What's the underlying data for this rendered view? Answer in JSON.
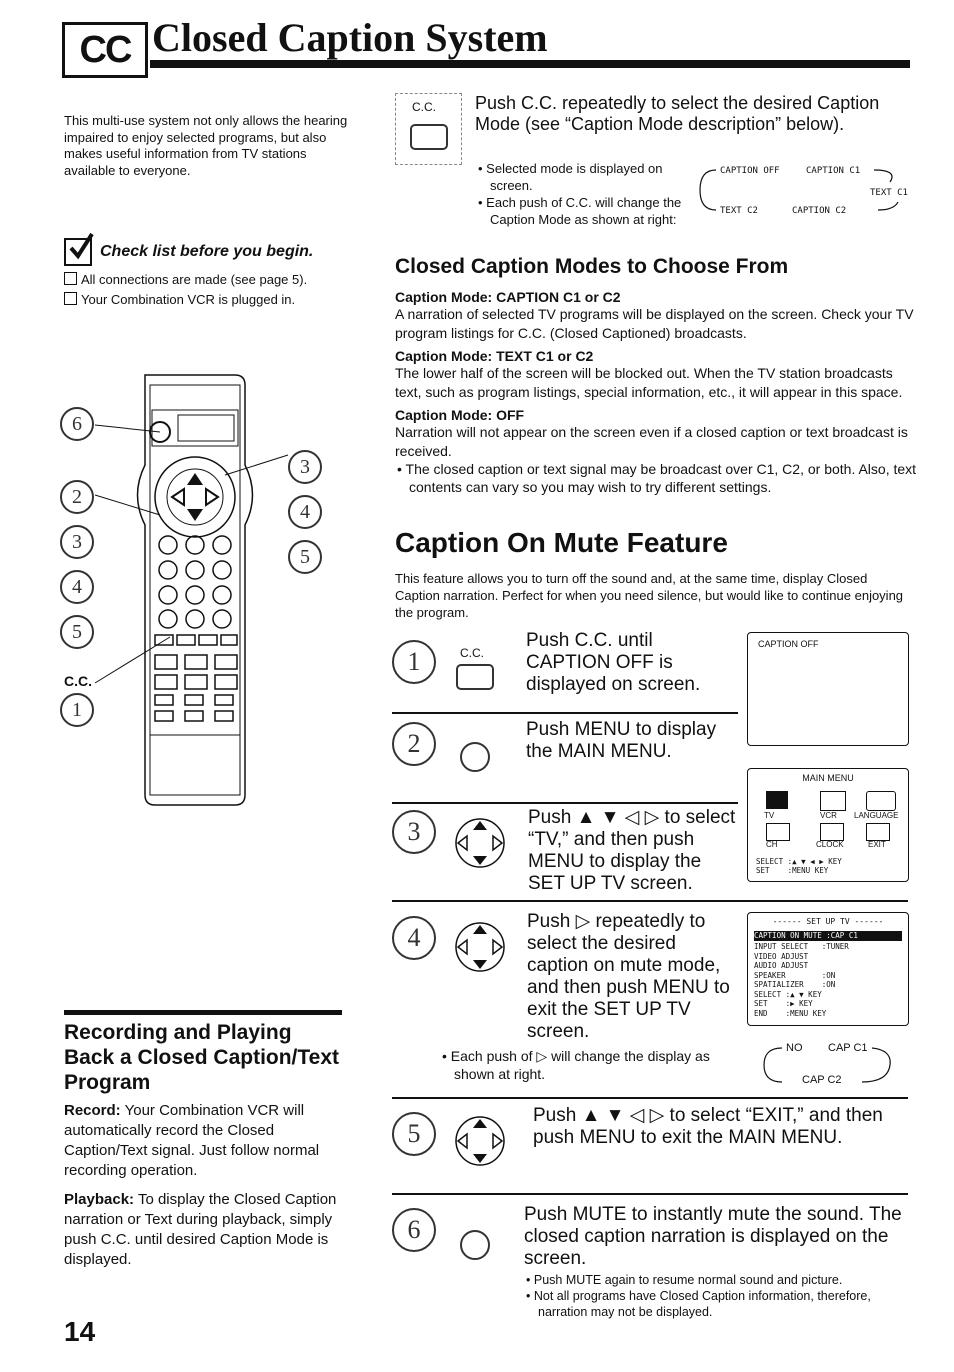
{
  "header": {
    "logo": "CC",
    "title": "Closed Caption System"
  },
  "intro": "This multi-use system not only allows the hearing impaired to enjoy selected programs, but also makes useful information from TV stations available to everyone.",
  "checklist": {
    "heading": "Check list before you begin.",
    "items": [
      "All connections are made (see page 5).",
      "Your Combination VCR is plugged in."
    ]
  },
  "remote": {
    "callouts": [
      "6",
      "2",
      "3",
      "4",
      "5",
      "3",
      "4",
      "5",
      "1"
    ],
    "cc_label": "C.C."
  },
  "recording": {
    "heading": "Recording and Playing Back a Closed Caption/Text Program",
    "record_label": "Record:",
    "record_text": "Your Combination VCR will automatically record the Closed Caption/Text signal. Just follow normal recording operation.",
    "playback_label": "Playback:",
    "playback_text": "To display the Closed Caption narration or Text during playback, simply push C.C. until desired Caption Mode is displayed."
  },
  "top_step": {
    "button_label": "C.C.",
    "text": "Push C.C. repeatedly to select the desired Caption Mode (see “Caption Mode description” below).",
    "bullets": [
      "Selected mode is displayed on screen.",
      "Each push of C.C. will change the Caption Mode as shown at right:"
    ],
    "cycle": [
      "CAPTION OFF",
      "CAPTION C1",
      "TEXT C1",
      "TEXT C2",
      "CAPTION C2"
    ]
  },
  "modes": {
    "heading": "Closed Caption Modes to Choose From",
    "items": [
      {
        "title": "Caption Mode: CAPTION C1 or C2",
        "text": "A narration of selected TV programs will be displayed on the screen. Check your TV program listings for C.C. (Closed Captioned) broadcasts."
      },
      {
        "title": "Caption Mode: TEXT C1 or C2",
        "text": "The lower half of the screen will be blocked out. When the TV station broadcasts text, such as program listings, special information, etc., it will appear in this space."
      },
      {
        "title": "Caption Mode: OFF",
        "text": "Narration will not appear on the screen even if a closed caption or text broadcast is received."
      }
    ],
    "note": "The closed caption or text signal may be broadcast over C1, C2, or both. Also, text contents can vary so you may wish to try different settings."
  },
  "mute": {
    "heading": "Caption On Mute Feature",
    "intro": "This feature allows you to turn off the sound and, at the same time, display Closed Caption narration. Perfect for when you need silence, but would like to continue enjoying the program.",
    "steps": [
      {
        "num": "1",
        "button": "C.C.",
        "text": "Push C.C. until CAPTION OFF is displayed on screen."
      },
      {
        "num": "2",
        "text": "Push MENU to display the MAIN MENU."
      },
      {
        "num": "3",
        "text": "Push ▲ ▼ ◁ ▷ to select “TV,” and then push MENU to display the SET UP TV screen."
      },
      {
        "num": "4",
        "text": "Push ▷ repeatedly to select the desired caption on mute mode, and then push MENU to exit the SET UP TV screen."
      },
      {
        "num": "5",
        "text": "Push ▲ ▼ ◁ ▷ to select “EXIT,” and then push MENU to exit the MAIN MENU."
      },
      {
        "num": "6",
        "text": "Push MUTE to instantly mute the sound. The closed caption narration is displayed on the screen."
      }
    ],
    "step4_note": "Each push of ▷ will change the display as shown at right.",
    "step4_cycle": [
      "NO",
      "CAP C1",
      "CAP C2"
    ],
    "step6_bullets": [
      "Push MUTE again to resume normal sound and picture.",
      "Not all programs have Closed Caption information, therefore, narration may not be displayed."
    ],
    "screen1": {
      "text": "CAPTION OFF"
    },
    "screen2": {
      "title": "MAIN MENU",
      "icons": [
        "TV",
        "VCR",
        "LANGUAGE",
        "CH",
        "CLOCK",
        "EXIT"
      ],
      "footer1": "SELECT :▲ ▼ ◀ ▶ KEY",
      "footer2": "SET    :MENU KEY"
    },
    "screen3": {
      "title": "------ SET UP TV ------",
      "highlight": "CAPTION ON MUTE :CAP C1",
      "lines": [
        "INPUT SELECT   :TUNER",
        "VIDEO ADJUST",
        "AUDIO ADJUST",
        "SPEAKER        :ON",
        "SPATIALIZER    :ON",
        "SELECT :▲ ▼ KEY",
        "SET    :▶ KEY",
        "END    :MENU KEY"
      ]
    }
  },
  "page_number": "14"
}
